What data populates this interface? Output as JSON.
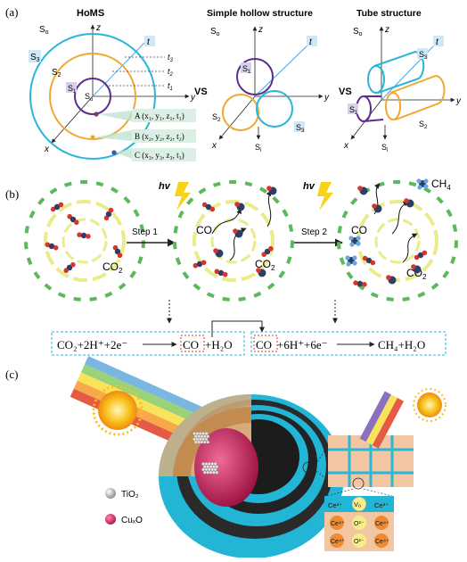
{
  "panel_a": {
    "label": "(a)",
    "homs_title": "HoMS",
    "simple_title": "Simple hollow structure",
    "tube_title": "Tube structure",
    "vs": "VS",
    "axis_z": "z",
    "axis_y": "y",
    "axis_x": "x",
    "axis_t": "t",
    "origin": "S",
    "origin_sub": "o",
    "s1": "S",
    "s1_sub": "1",
    "s2": "S",
    "s2_sub": "2",
    "s3": "S",
    "s3_sub": "3",
    "si": "S",
    "si_sub": "i",
    "t1": "t",
    "t1_sub": "1",
    "t2": "t",
    "t2_sub": "2",
    "t3": "t",
    "t3_sub": "3",
    "point_a": "A (x₁, y₁, z₁, t₁)",
    "point_b": "B (x₂, y₂, z₂, t₂)",
    "point_c": "C (x₃, y₃, z₃, t₃)"
  },
  "panel_b": {
    "label": "(b)",
    "hv": "hv",
    "step1": "Step 1",
    "step2": "Step 2",
    "co": "CO",
    "co2": "CO",
    "co2_sub": "2",
    "ch4": "CH",
    "ch4_sub": "4",
    "eq1_lhs": "CO₂+2H⁺+2e⁻",
    "eq1_co": "CO",
    "eq1_rest": "+H₂O",
    "eq2_co": "CO",
    "eq2_lhs": "+6H⁺+6e⁻",
    "eq2_rhs": "CH₄+H₂O"
  },
  "panel_c": {
    "label": "(c)",
    "legend_tio2": "TiO₂",
    "legend_cuxo": "CuₓO",
    "inset": {
      "row1": [
        "Ce³⁺",
        "Vₒ",
        "Ce³⁺"
      ],
      "row2": [
        "Ce⁴⁺",
        "O²⁻",
        "Ce⁴⁺"
      ],
      "row3": [
        "Ce⁴⁺",
        "O²⁻",
        "Ce⁴⁺"
      ]
    }
  },
  "colors": {
    "purple": "#5b2d8e",
    "orange": "#f0a830",
    "cyan": "#29b6d8",
    "green": "#5cb85c",
    "yellow": "#f5e87a",
    "navy": "#2c3e66",
    "red": "#d9342b",
    "shell_cyan": "#22b5d6",
    "magenta": "#d4246a"
  }
}
